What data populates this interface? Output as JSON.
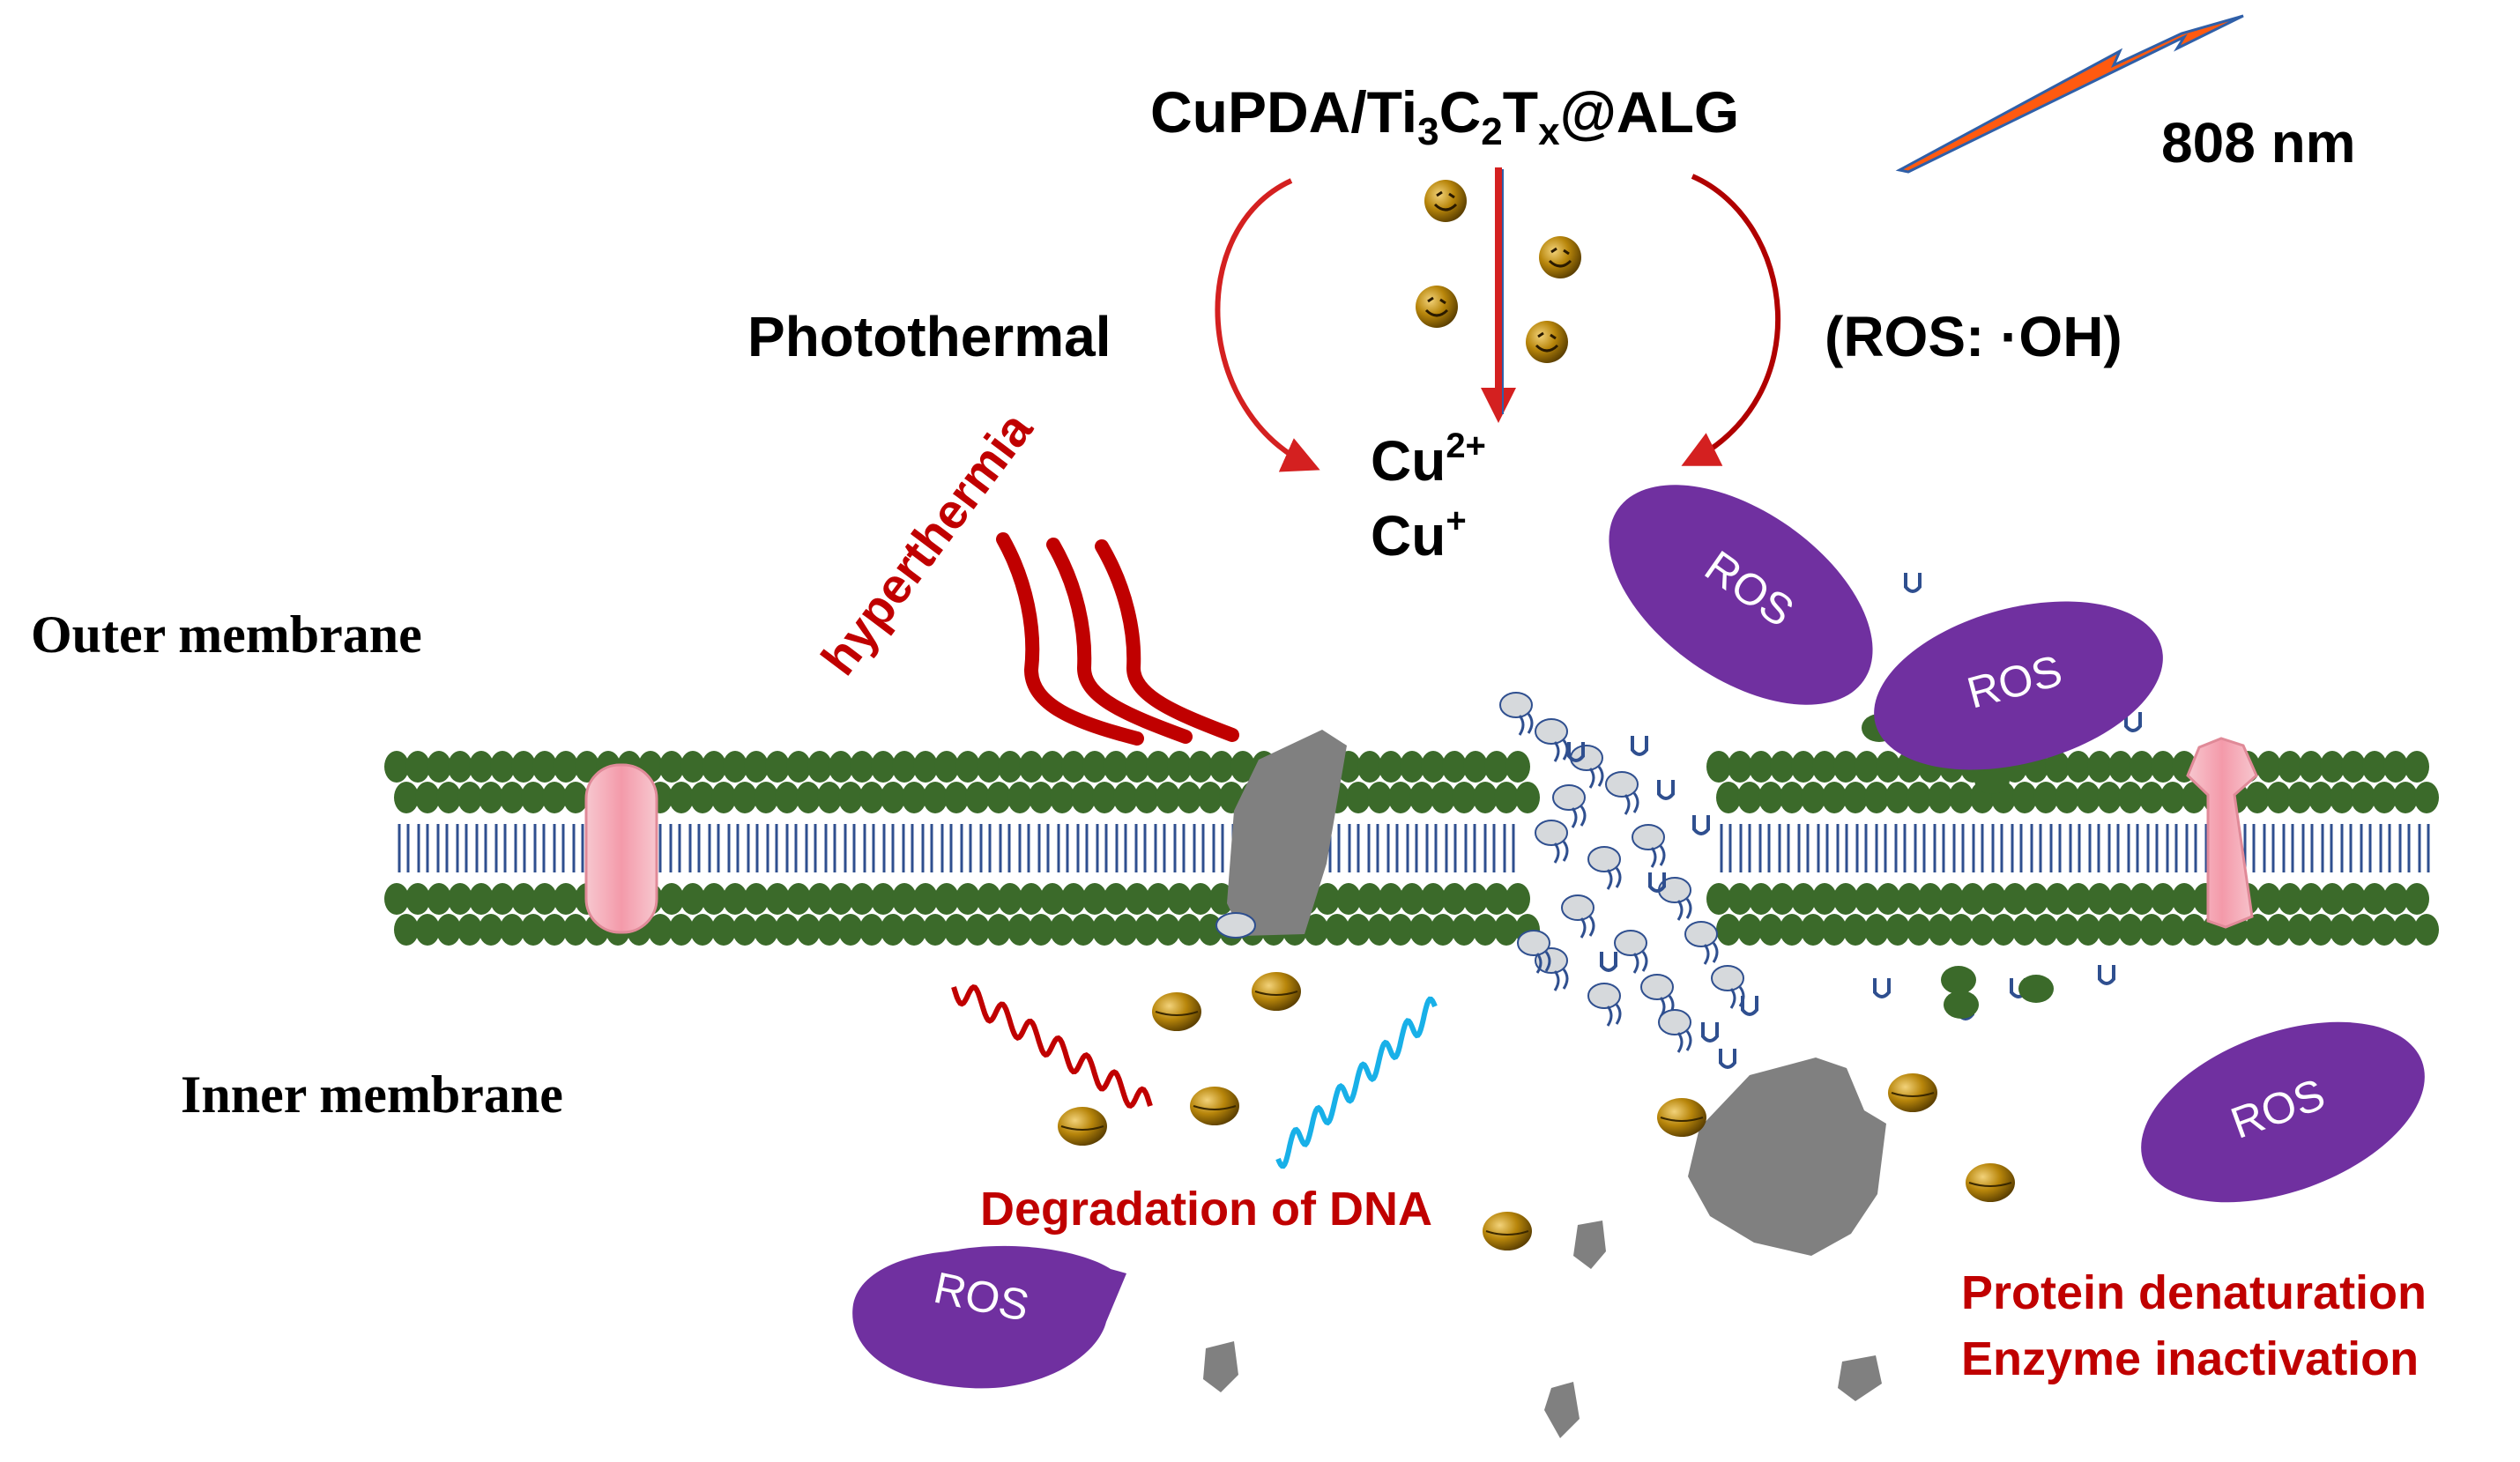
{
  "labels": {
    "material": {
      "base1": "CuPDA/Ti",
      "sub1": "3",
      "base2": "C",
      "sub2": "2",
      "base3": "T",
      "sub3": "x",
      "base4": "@ALG"
    },
    "wavelength": "808 nm",
    "photothermal": "Photothermal",
    "ros_oh": "(ROS: ·OH)",
    "cu2": {
      "base": "Cu",
      "sup": "2+"
    },
    "cu1": {
      "base": "Cu",
      "sup": "+"
    },
    "hyperthermia": "hyperthermia",
    "outer_membrane": "Outer membrane",
    "inner_membrane": "Inner membrane",
    "dna": "Degradation of DNA",
    "protein": "Protein denaturation",
    "enzyme": "Enzyme inactivation",
    "ros": "ROS"
  },
  "colors": {
    "red_text": "#c00000",
    "arrow_red": "#d42020",
    "dark_red": "#b00000",
    "lipid_head": "#3b6a2a",
    "lipid_tail": "#2f4f8f",
    "ros_fill": "#7030a0",
    "gray": "#808080",
    "nanoparticle": "#b8860b",
    "channel": "#f4b8c0",
    "laser": "#ff5a10",
    "laser_edge": "#2f5fa8",
    "dna_red": "#c00000",
    "dna_blue": "#18b0e8",
    "debris": "#d6d9dc"
  }
}
